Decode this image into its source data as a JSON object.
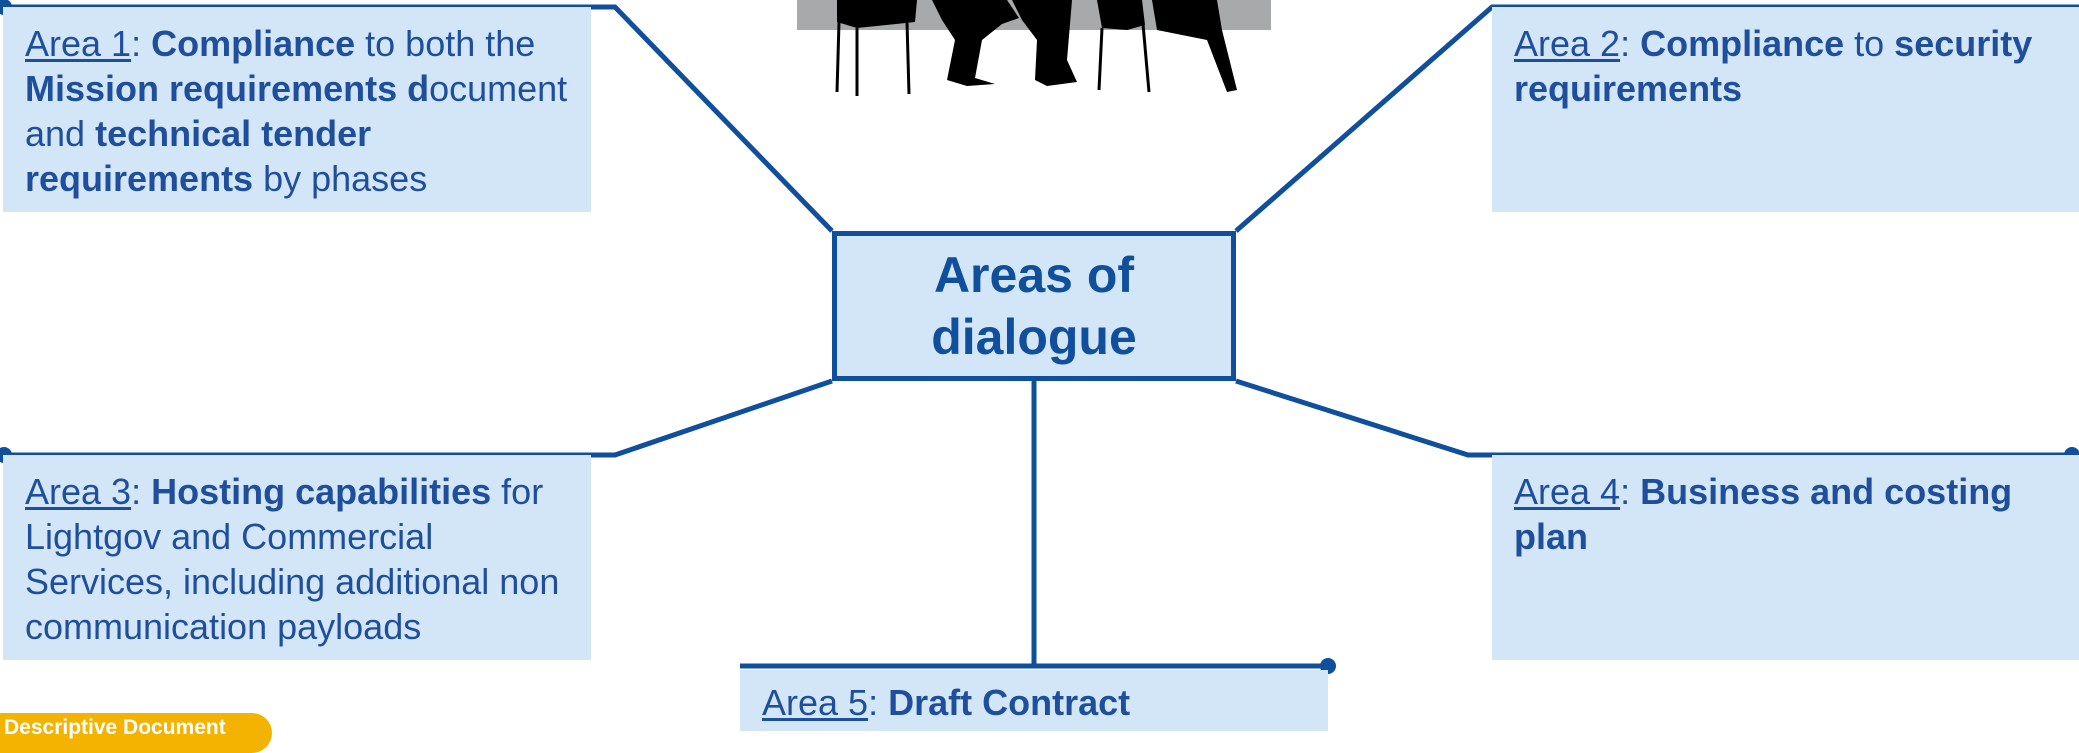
{
  "center": {
    "line1": "Areas of",
    "line2": "dialogue"
  },
  "areas": [
    {
      "label": "Area 1",
      "segments": [
        {
          "text": ": ",
          "bold": false
        },
        {
          "text": "Compliance",
          "bold": true
        },
        {
          "text": " to both the ",
          "bold": false
        },
        {
          "text": "Mission requirements d",
          "bold": true
        },
        {
          "text": "ocument and ",
          "bold": false
        },
        {
          "text": "technical tender requirements",
          "bold": true
        },
        {
          "text": " by phases",
          "bold": false
        }
      ]
    },
    {
      "label": "Area 2",
      "segments": [
        {
          "text": ": ",
          "bold": false
        },
        {
          "text": "Compliance",
          "bold": true
        },
        {
          "text": " to ",
          "bold": false
        },
        {
          "text": "security requirements",
          "bold": true
        }
      ]
    },
    {
      "label": "Area 3",
      "segments": [
        {
          "text": ": ",
          "bold": false
        },
        {
          "text": "Hosting capabilities",
          "bold": true
        },
        {
          "text": " for Lightgov and Commercial Services, including additional non communication payloads",
          "bold": false
        }
      ]
    },
    {
      "label": "Area 4",
      "segments": [
        {
          "text": ": ",
          "bold": false
        },
        {
          "text": "Business and costing plan",
          "bold": true
        }
      ]
    },
    {
      "label": "Area 5",
      "segments": [
        {
          "text": ": ",
          "bold": false
        },
        {
          "text": "Draft Contract",
          "bold": true
        }
      ]
    }
  ],
  "badge": "Descriptive Document",
  "colors": {
    "line": "#0f4f9c",
    "box_fill": "#d3e6f8",
    "text": "#1f4e9c",
    "badge": "#f3b300",
    "photo_bg": "#a7a9ab"
  }
}
